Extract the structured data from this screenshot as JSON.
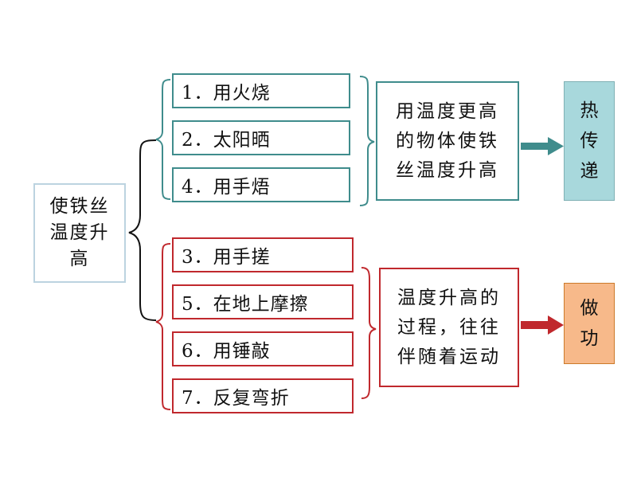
{
  "root": {
    "lines": [
      "使铁丝",
      "温度升",
      "高"
    ]
  },
  "group_heat": {
    "items": [
      "1．用火烧",
      "2．太阳晒",
      "4．用手焐"
    ],
    "reason": [
      "用温度更高",
      "的物体使铁",
      "丝温度升高"
    ],
    "result": [
      "热",
      "传",
      "递"
    ],
    "color": "#3f8c8c",
    "result_color": "#a8d8dc"
  },
  "group_work": {
    "items": [
      "3．用手搓",
      "5．在地上摩擦",
      "6．用锤敲",
      "7．反复弯折"
    ],
    "reason": [
      "温度升高的",
      "过程，往往",
      "伴随着运动"
    ],
    "result": [
      "做",
      "功"
    ],
    "color": "#c0282d",
    "result_color": "#f7b98a"
  }
}
